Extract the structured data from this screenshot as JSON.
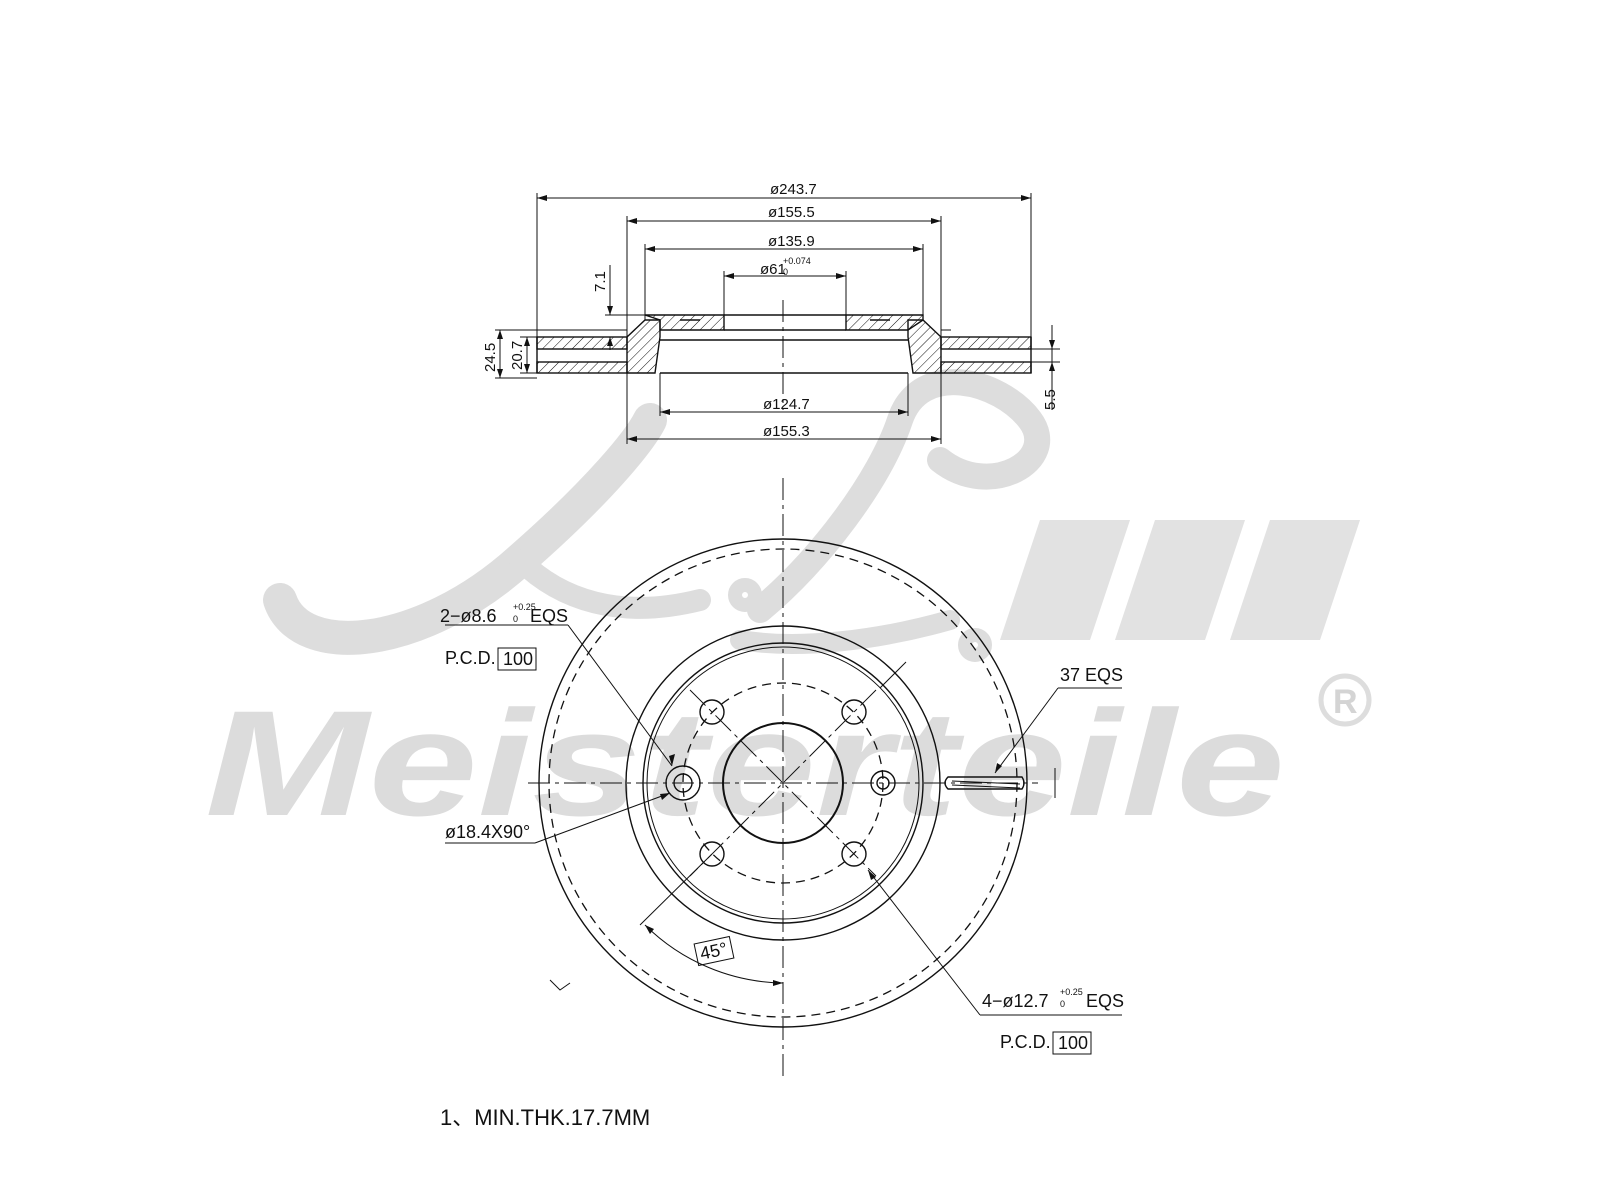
{
  "watermark": {
    "initials": "A.L.",
    "brand": "Meisterteile",
    "registered_mark": "R"
  },
  "section_view": {
    "dims": {
      "outer_dia": "ø243.7",
      "dia_155_5": "ø155.5",
      "dia_135_9": "ø135.9",
      "bore": "ø61",
      "bore_tol_upper": "+0.074",
      "bore_tol_lower": "0",
      "hat_thk": "7.1",
      "total_height": "24.5",
      "disc_thk": "20.7",
      "offset": "5.5",
      "dia_124_7": "ø124.7",
      "dia_155_3": "ø155.3"
    }
  },
  "front_view": {
    "callouts": {
      "small_holes": "2−ø8.6",
      "small_holes_tol_upper": "+0.25",
      "small_holes_tol_lower": "0",
      "small_holes_eqs": "EQS",
      "pcd_label": "P.C.D.",
      "pcd_value": "100",
      "chamfer": "ø18.4X90°",
      "vents": "37 EQS",
      "angle": "45°",
      "bolt_holes": "4−ø12.7",
      "bolt_holes_tol_upper": "+0.25",
      "bolt_holes_tol_lower": "0",
      "bolt_holes_eqs": "EQS",
      "bolt_pcd_label": "P.C.D.",
      "bolt_pcd_value": "100"
    }
  },
  "notes": {
    "min_thickness": "1、MIN.THK.17.7MM"
  }
}
